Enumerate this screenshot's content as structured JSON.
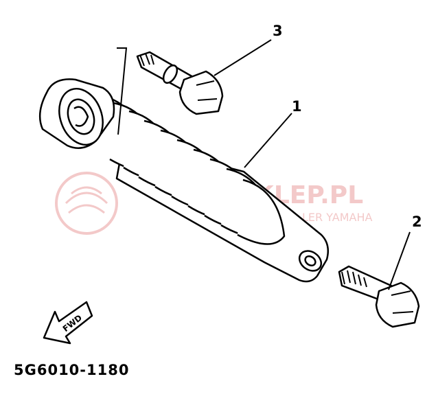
{
  "diagram": {
    "part_number": "5G6010-1180",
    "callouts": [
      {
        "id": "1",
        "label": "1"
      },
      {
        "id": "2",
        "label": "2"
      },
      {
        "id": "3",
        "label": "3"
      }
    ],
    "fwd_label": "FWD",
    "watermark": {
      "title": "SKLEP.PL",
      "subtitle": "LER YAMAHA",
      "color": "#f3c9c9"
    },
    "colors": {
      "ink": "#000000",
      "background": "#ffffff",
      "watermark": "#f3c9c9"
    }
  }
}
